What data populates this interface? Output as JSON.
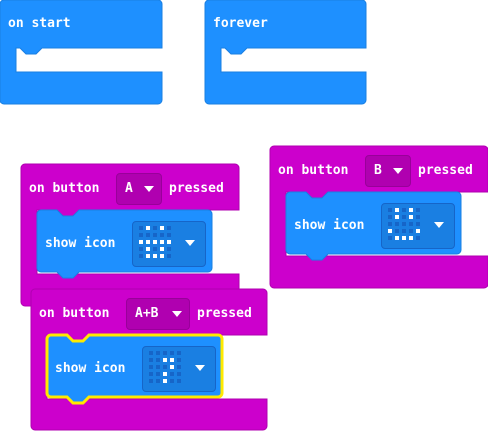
{
  "colors": {
    "basic_blue": "#1e90ff",
    "basic_blue_dark": "#1a7fe2",
    "input_magenta": "#cc00cc",
    "input_magenta_dark": "#b000b0",
    "led_on": "#ffffff",
    "led_off": "#1665c8",
    "selection": "#ffea00"
  },
  "blocks": {
    "on_start": {
      "label": "on start"
    },
    "forever": {
      "label": "forever"
    },
    "button_a": {
      "label_prefix": "on button",
      "button": "A",
      "label_suffix": "pressed",
      "child": {
        "label": "show icon",
        "leds": [
          [
            0,
            1,
            0,
            1,
            0
          ],
          [
            0,
            0,
            0,
            0,
            0
          ],
          [
            1,
            1,
            1,
            1,
            1
          ],
          [
            0,
            1,
            0,
            1,
            0
          ],
          [
            0,
            1,
            1,
            1,
            0
          ]
        ]
      }
    },
    "button_b": {
      "label_prefix": "on button",
      "button": "B",
      "label_suffix": "pressed",
      "child": {
        "label": "show icon",
        "leds": [
          [
            0,
            1,
            0,
            1,
            0
          ],
          [
            0,
            1,
            0,
            1,
            0
          ],
          [
            0,
            0,
            0,
            0,
            0
          ],
          [
            1,
            0,
            0,
            0,
            1
          ],
          [
            0,
            1,
            1,
            1,
            0
          ]
        ]
      }
    },
    "button_ab": {
      "label_prefix": "on button",
      "button": "A+B",
      "label_suffix": "pressed",
      "child": {
        "label": "show icon",
        "selected": true,
        "leds": [
          [
            0,
            0,
            0,
            0,
            0
          ],
          [
            0,
            0,
            1,
            1,
            0
          ],
          [
            0,
            0,
            0,
            1,
            0
          ],
          [
            0,
            0,
            1,
            0,
            0
          ],
          [
            0,
            0,
            1,
            0,
            0
          ]
        ]
      }
    }
  }
}
